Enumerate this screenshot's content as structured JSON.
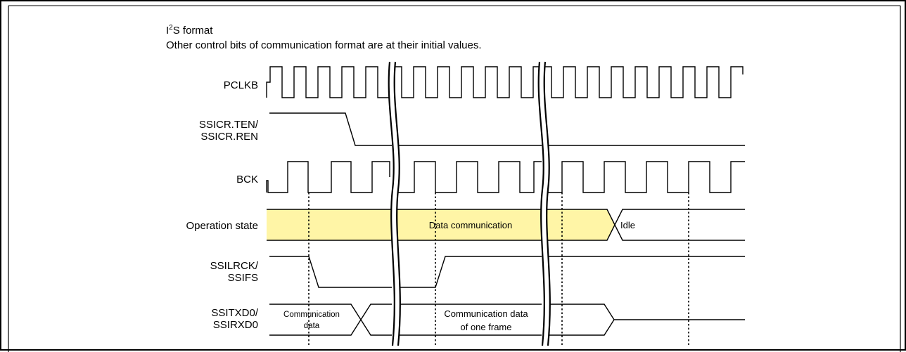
{
  "header": {
    "title_base": "I",
    "title_sup": "2",
    "title_rest": "S format",
    "subtitle": "Other control bits of communication format are at their initial values."
  },
  "signals": {
    "pclkb": "PCLKB",
    "ten_line1": "SSICR.TEN/",
    "ten_line2": "SSICR.REN",
    "bck": "BCK",
    "op_state": "Operation state",
    "lrck_line1": "SSILRCK/",
    "lrck_line2": "SSIFS",
    "txd_line1": "SSITXD0/",
    "txd_line2": "SSIRXD0"
  },
  "states": {
    "data_comm": "Data communication",
    "idle": "Idle",
    "comm_data_line1": "Communication",
    "comm_data_line2": "data",
    "frame_line1": "Communication data",
    "frame_line2": "of one frame"
  },
  "colors": {
    "active_fill": "#fff5a6",
    "line": "#000000"
  }
}
